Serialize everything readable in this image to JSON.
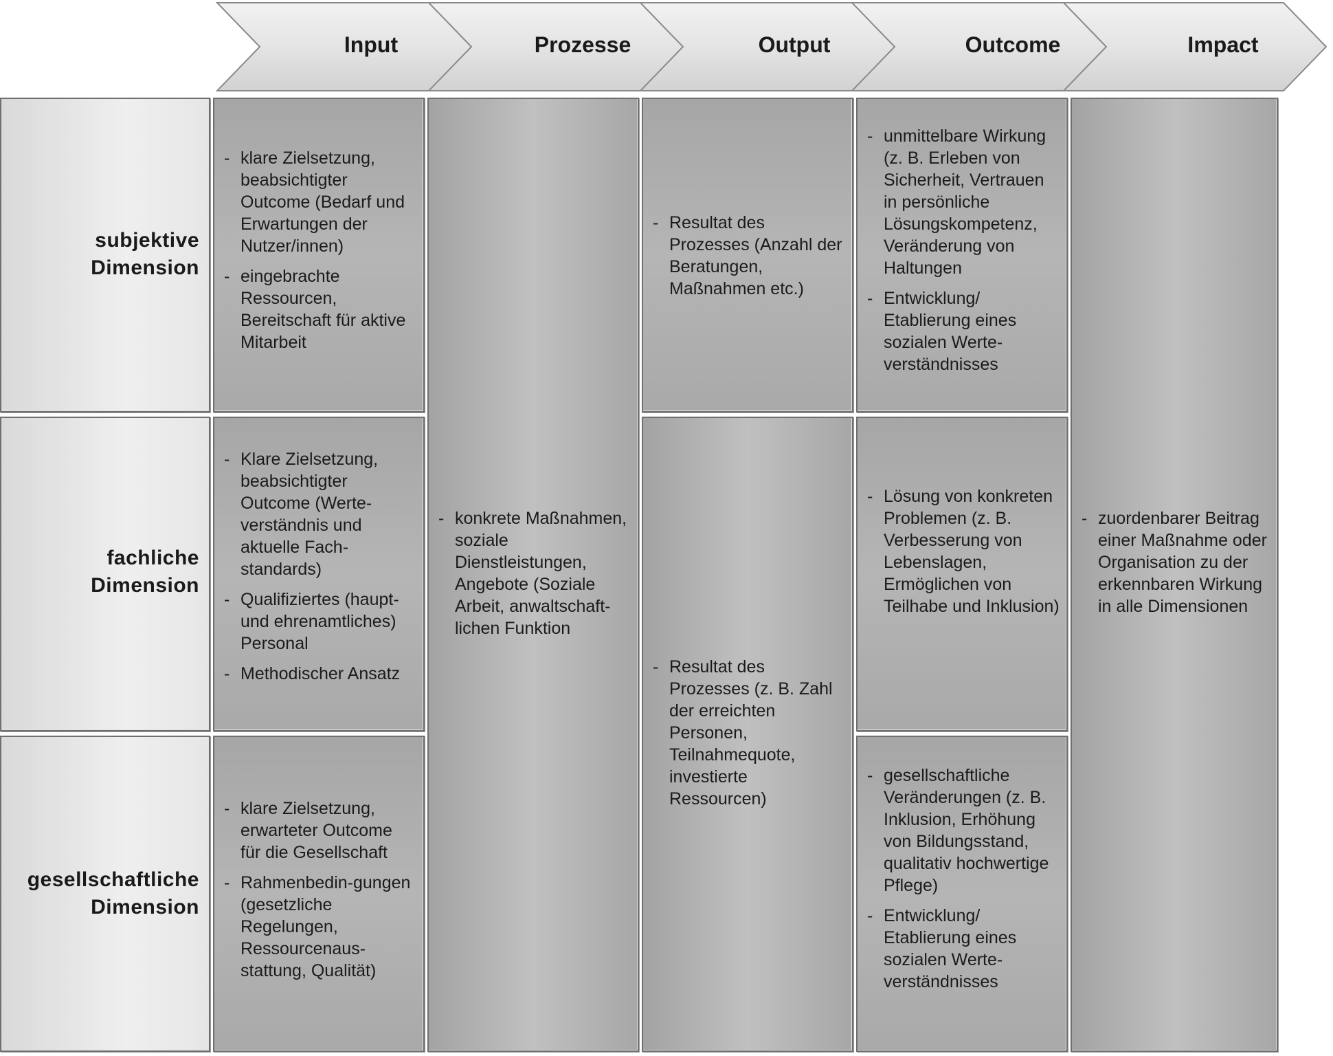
{
  "stages": [
    "Input",
    "Prozesse",
    "Output",
    "Outcome",
    "Impact"
  ],
  "dimensions": {
    "subjektiv": [
      "subjektive",
      "Dimension"
    ],
    "fachlich": [
      "fachliche",
      "Dimension"
    ],
    "gesellschaftlich": [
      "gesellschaftliche",
      "Dimension"
    ]
  },
  "input": {
    "subjektiv": [
      "klare Zielsetzung, beabsichtigter Outcome (Bedarf und Erwartungen der Nutzer/innen)",
      "eingebrachte Ressourcen, Bereitschaft für aktive Mitarbeit"
    ],
    "fachlich": [
      "Klare Zielsetzung, beabsichtigter Outcome (Werte-verständnis und aktuelle Fach-standards)",
      "Qualifiziertes (haupt- und ehrenamtliches) Personal",
      "Methodischer Ansatz"
    ],
    "gesellschaftlich": [
      "klare Zielsetzung, erwarteter Outcome für die Gesellschaft",
      "Rahmenbedin-gungen (gesetzliche Regelungen, Ressourcenaus-stattung, Qualität)"
    ]
  },
  "prozesse": [
    "konkrete Maßnahmen, soziale Dienstleistungen, Angebote (Soziale Arbeit, anwaltschaft-lichen Funktion"
  ],
  "output": {
    "subjektiv": [
      "Resultat des Prozesses (Anzahl der Beratungen, Maßnahmen etc.)"
    ],
    "fach_gesell": [
      "Resultat des Prozesses (z. B. Zahl der erreichten Personen, Teilnahmequote, investierte Ressourcen)"
    ]
  },
  "outcome": {
    "subjektiv": [
      "unmittelbare Wirkung (z. B. Erleben von Sicherheit, Vertrauen in persönliche Lösungskompetenz, Veränderung von Haltungen",
      "Entwicklung/ Etablierung eines sozialen Werte-verständnisses"
    ],
    "fachlich": [
      "Lösung von konkreten Problemen (z. B. Verbesserung von Lebenslagen, Ermöglichen von Teilhabe und Inklusion)"
    ],
    "gesellschaftlich": [
      "gesellschaftliche Veränderungen (z. B. Inklusion, Erhöhung von Bildungsstand, qualitativ hochwertige Pflege)",
      "Entwicklung/ Etablierung eines sozialen Werte-verständnisses"
    ]
  },
  "impact": [
    "zuordenbarer Beitrag einer Maßnahme oder Organisation zu der erkennbaren Wirkung in alle Dimensionen"
  ]
}
